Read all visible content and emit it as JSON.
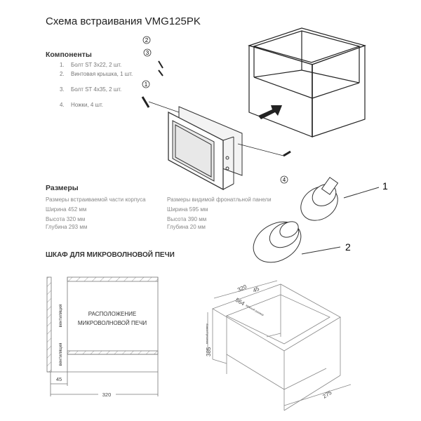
{
  "title": "Схема встраивания VMG125PK",
  "components": {
    "heading": "Компоненты",
    "items": [
      {
        "num": "1.",
        "label": "Болт ST 3x22, 2 шт."
      },
      {
        "num": "2.",
        "label": "Винтовая крышка, 1 шт."
      },
      {
        "num": "3.",
        "label": "Болт ST 4x35, 2 шт."
      },
      {
        "num": "4.",
        "label": "Ножки, 4 шт."
      }
    ]
  },
  "dimensions": {
    "heading": "Размеры",
    "built_in": {
      "title": "Размеры встраиваемой части корпуса",
      "width": "Ширина 452 мм",
      "height": "Высота 320 мм",
      "depth": "Глубина 293 мм"
    },
    "front_panel": {
      "title": "Размеры видимой фронатльной панели",
      "width": "Ширина 595 мм",
      "height": "Высота 390 мм",
      "depth": "Глубина 20 мм"
    }
  },
  "cabinet": {
    "heading": "ШКАФ ДЛЯ МИКРОВОЛНОВОЙ ПЕЧИ",
    "placement_line1": "РАСПОЛОЖЕНИЕ",
    "placement_line2": "МИКРОВОЛНОВОЙ ПЕЧИ",
    "vent_label": "вентиляция",
    "dim_45": "45",
    "dim_320": "320",
    "iso_320": "320",
    "iso_45": "45",
    "iso_564": "564",
    "iso_385": "385",
    "iso_275": "275",
    "important": "важный размер"
  },
  "callouts": {
    "c1": "1",
    "c2": "2",
    "c3": "3",
    "c4": "4",
    "foot1": "1",
    "foot2": "2"
  }
}
